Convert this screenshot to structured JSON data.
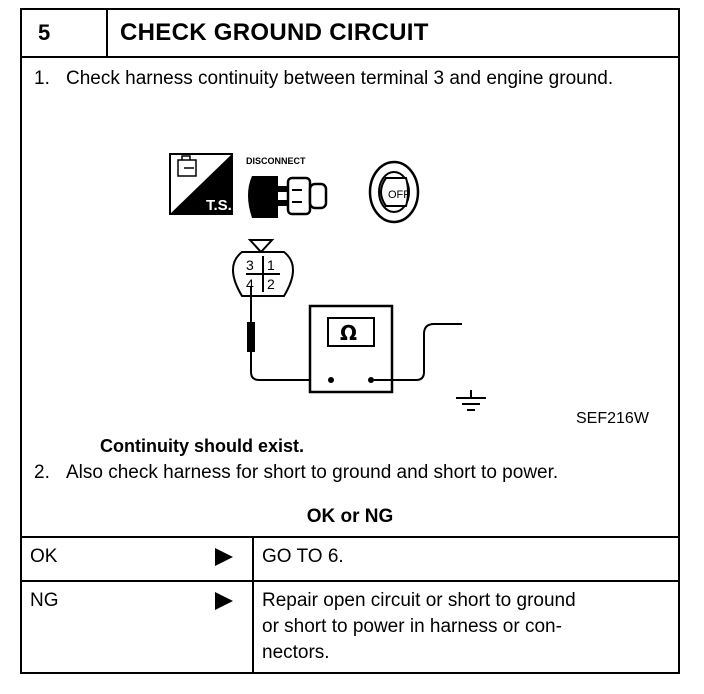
{
  "header": {
    "step_number": "5",
    "title": "CHECK GROUND CIRCUIT"
  },
  "steps": [
    {
      "number": "1.",
      "text": "Check harness continuity between terminal 3 and engine ground."
    },
    {
      "number": "2.",
      "text": "Also check harness for short to ground and short to power."
    }
  ],
  "diagram": {
    "icons": {
      "ts_label": "T.S.",
      "disconnect_label": "DISCONNECT",
      "ignition_label": "OFF"
    },
    "connector_terminals": [
      "3",
      "1",
      "4",
      "2"
    ],
    "meter_symbol": "Ω",
    "figure_id": "SEF216W"
  },
  "spec_note": "Continuity should exist.",
  "result_heading": "OK or NG",
  "results": [
    {
      "label": "OK",
      "action": "GO TO 6."
    },
    {
      "label": "NG",
      "action_lines": [
        "Repair open circuit or short to ground",
        "or short to power in harness or con-",
        "nectors."
      ]
    }
  ]
}
